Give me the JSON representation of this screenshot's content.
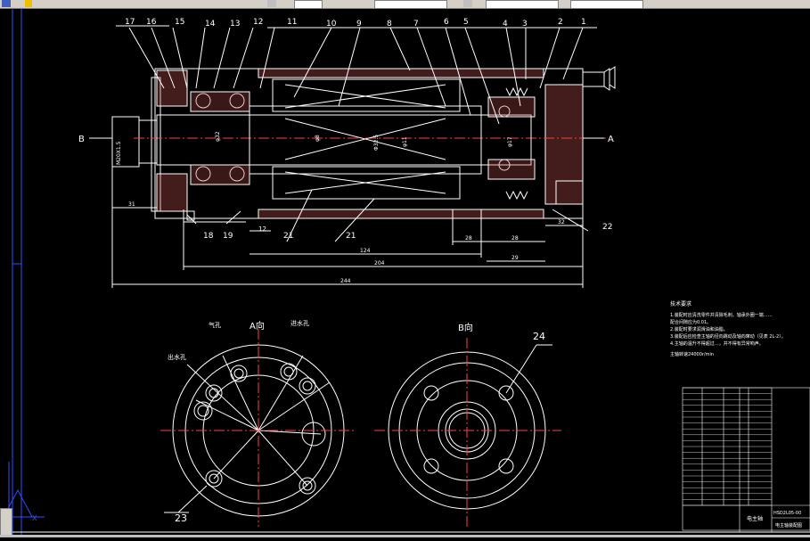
{
  "toolbar": {
    "items": [
      "",
      "",
      "",
      "",
      ""
    ],
    "colors": {
      "bg": "#d4d0c8",
      "yellow": "#f0c000"
    }
  },
  "drawing": {
    "part_numbers_top": [
      "17",
      "16",
      "15",
      "14",
      "13",
      "12",
      "11",
      "10",
      "9",
      "8",
      "7",
      "6",
      "5",
      "4",
      "3",
      "2",
      "1"
    ],
    "part_numbers_bottom": [
      "18",
      "19",
      "12",
      "21",
      "21",
      "22"
    ],
    "view_label_b": "B",
    "view_label_a": "A",
    "dim_thread": "M20X1.5",
    "dim_left": "31",
    "dim_12": "12",
    "dim_124": "124",
    "dim_204": "204",
    "dim_244": "244",
    "dim_28a": "28",
    "dim_28b": "28",
    "dim_32": "32",
    "dim_29": "29",
    "shaft_dims": [
      "φ32",
      "φ8",
      "Φ32.5",
      "φ11",
      "φ17"
    ],
    "view_a_title": "A向",
    "view_b_title": "B向",
    "view_a_labels": {
      "air": "气孔",
      "water_in": "进水孔",
      "water_out": "出水孔"
    },
    "view_a_callout": "23",
    "view_b_callout": "24",
    "tech_notes_title": "技术要求",
    "tech_notes": [
      "1.装配时应清洗零件并清除毛刺。轴承外圈一端……",
      "配合间隙应为0.01。",
      "2.装配时要求润滑油和油脂。",
      "3.装配后应检查主轴的径向跳动及轴向窜动（见表 2L-2）。",
      "4.主轴的温升不得超过…，并不得有异常响声。",
      "主轴转速24000r/min"
    ],
    "title_block": {
      "name": "电主轴",
      "drawing_no": "HSD2L05-00",
      "extra": "电主轴装配图"
    }
  }
}
